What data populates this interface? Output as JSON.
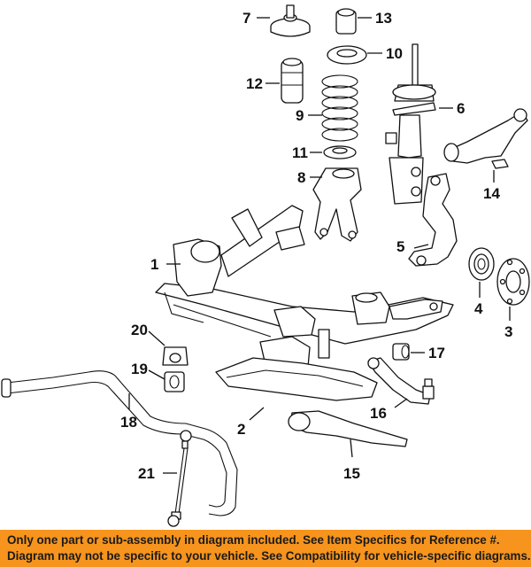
{
  "callouts": {
    "c1": "1",
    "c2": "2",
    "c3": "3",
    "c4": "4",
    "c5": "5",
    "c6": "6",
    "c7": "7",
    "c8": "8",
    "c9": "9",
    "c10": "10",
    "c11": "11",
    "c12": "12",
    "c13": "13",
    "c14": "14",
    "c15": "15",
    "c16": "16",
    "c17": "17",
    "c18": "18",
    "c19": "19",
    "c20": "20",
    "c21": "21"
  },
  "footer": {
    "line1": "Only one part or sub-assembly in diagram included. See Item Specifics for Reference #.",
    "line2": "Diagram may not be specific to your vehicle. See Compatibility for vehicle-specific diagrams."
  },
  "colors": {
    "footer_bg": "#f7941d",
    "ink": "#111111"
  }
}
